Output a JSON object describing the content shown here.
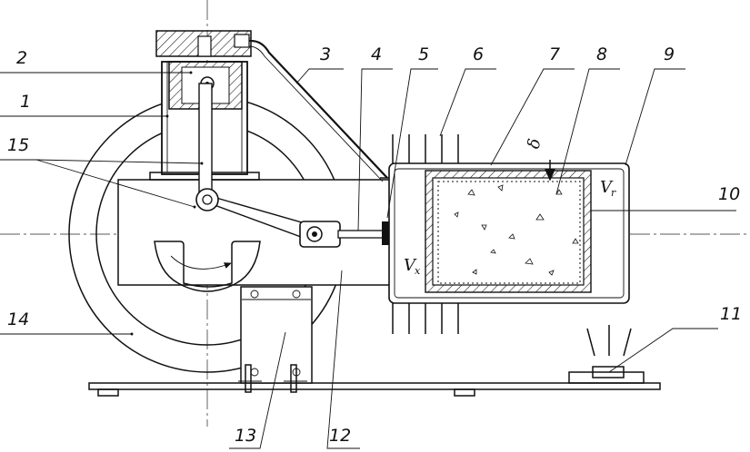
{
  "callouts": [
    {
      "id": "c1",
      "text": "1"
    },
    {
      "id": "c2",
      "text": "2"
    },
    {
      "id": "c3",
      "text": "3"
    },
    {
      "id": "c4",
      "text": "4"
    },
    {
      "id": "c5",
      "text": "5"
    },
    {
      "id": "c6",
      "text": "6"
    },
    {
      "id": "c7",
      "text": "7"
    },
    {
      "id": "c8",
      "text": "8"
    },
    {
      "id": "c9",
      "text": "9"
    },
    {
      "id": "c10",
      "text": "10"
    },
    {
      "id": "c11",
      "text": "11"
    },
    {
      "id": "c12",
      "text": "12"
    },
    {
      "id": "c13",
      "text": "13"
    },
    {
      "id": "c14",
      "text": "14"
    },
    {
      "id": "c15",
      "text": "15"
    }
  ],
  "symbols": {
    "vx_main": "V",
    "vx_sub": "x",
    "vr_main": "V",
    "vr_sub": "r",
    "delta": "δ"
  },
  "colors": {
    "ink": "#111111",
    "paper": "#ffffff"
  }
}
